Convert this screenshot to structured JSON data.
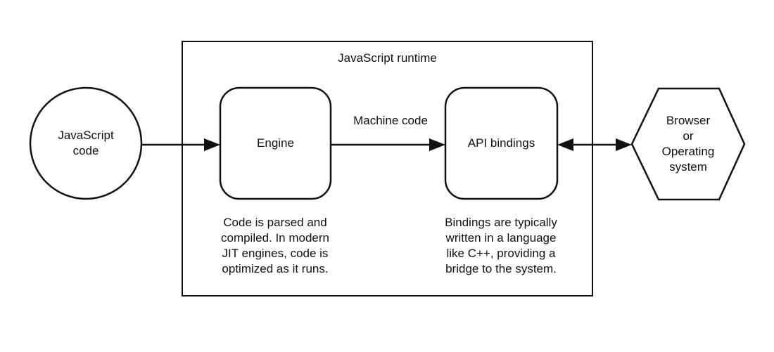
{
  "diagram": {
    "title": "JavaScript runtime",
    "colors": {
      "stroke": "#111111",
      "background": "#ffffff",
      "text": "#111111"
    },
    "nodes": {
      "js_code": {
        "shape": "circle",
        "label": "JavaScript\ncode"
      },
      "engine": {
        "shape": "rounded-rectangle",
        "label": "Engine",
        "caption": "Code is parsed and\ncompiled. In modern\nJIT engines, code is\noptimized as it runs."
      },
      "api_bindings": {
        "shape": "rounded-rectangle",
        "label": "API bindings",
        "caption": "Bindings are typically\nwritten in a language\nlike C++, providing a\nbridge to the system."
      },
      "browser_os": {
        "shape": "hexagon",
        "label": "Browser\nor\nOperating\nsystem"
      }
    },
    "edges": [
      {
        "from": "js_code",
        "to": "engine",
        "label": "",
        "direction": "right"
      },
      {
        "from": "engine",
        "to": "api_bindings",
        "label": "Machine code",
        "direction": "right"
      },
      {
        "from": "api_bindings",
        "to": "browser_os",
        "label": "",
        "direction": "both"
      }
    ]
  }
}
